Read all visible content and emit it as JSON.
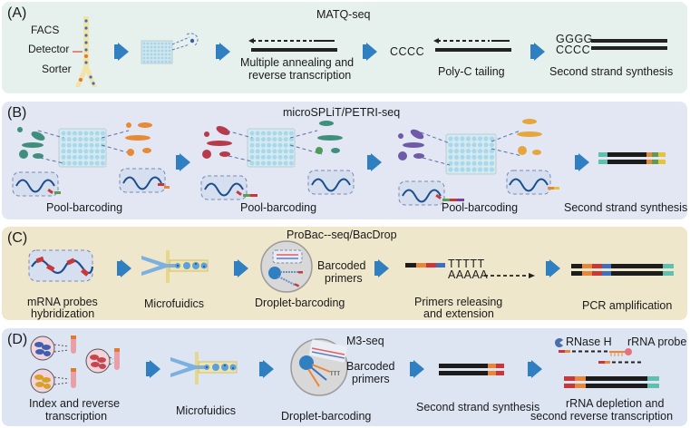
{
  "panels": {
    "A": {
      "label": "(A)",
      "title": "MATQ-seq",
      "facs": {
        "title": "FACS",
        "detector": "Detector",
        "sorter": "Sorter"
      },
      "steps": [
        {
          "label_line1": "Multiple annealing and",
          "label_line2": "reverse transcription"
        },
        {
          "label": "Poly-C tailing",
          "seq": "CCCC"
        },
        {
          "label": "Second strand synthesis",
          "seq_top": "GGGG",
          "seq_bottom": "CCCC"
        }
      ]
    },
    "B": {
      "label": "(B)",
      "title": "microSPLiT/PETRI-seq",
      "steps": [
        {
          "label": "Pool-barcoding"
        },
        {
          "label": "Pool-barcoding"
        },
        {
          "label": "Pool-barcoding"
        },
        {
          "label": "Second strand synthesis"
        }
      ]
    },
    "C": {
      "label": "(C)",
      "title": "ProBac--seq/BacDrop",
      "steps": [
        {
          "label_line1": "mRNA probes",
          "label_line2": "hybridization"
        },
        {
          "label": "Microfuidics"
        },
        {
          "label": "Droplet-barcoding",
          "side_line1": "Barcoded",
          "side_line2": "primers"
        },
        {
          "label_line1": "Primers releasing",
          "label_line2": "and extension",
          "seq_top": "TTTTT",
          "seq_bottom": "AAAAA"
        },
        {
          "label": "PCR amplification"
        }
      ]
    },
    "D": {
      "label": "(D)",
      "title": "M3-seq",
      "steps": [
        {
          "label_line1": "Index and reverse",
          "label_line2": "transcription"
        },
        {
          "label": "Microfuidics"
        },
        {
          "label": "Droplet-barcoding",
          "side_line1": "Barcoded",
          "side_line2": "primers"
        },
        {
          "label": "Second strand synthesis"
        },
        {
          "label_line1": "rRNA depletion and",
          "label_line2": "second reverse transcription",
          "legend_rnase": "RNase H",
          "legend_probe": "rRNA probe"
        }
      ]
    }
  },
  "colors": {
    "arrow": "#2f7fc1",
    "panel_a_bg": "#e6f0ec",
    "panel_b_bg": "#e2e7f3",
    "panel_c_bg": "#efe7cb",
    "panel_d_bg": "#dde5f2",
    "barcode_teal": "#5fbfb0",
    "barcode_orange": "#e8873a",
    "barcode_red": "#c8383a",
    "barcode_blue": "#3d6fc0",
    "barcode_green": "#5e9a52",
    "barcode_yellow": "#e6c43a"
  }
}
